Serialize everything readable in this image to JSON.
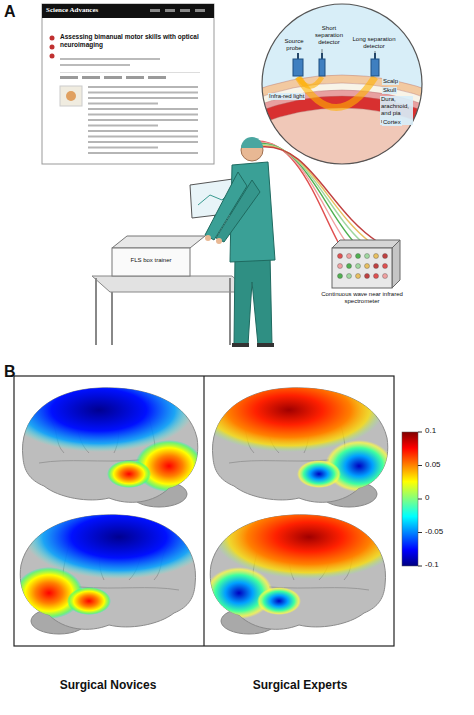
{
  "diagram": {
    "labels": [
      "A",
      "Science Advances",
      "Assessing bimanual motor skills with optical neuroimaging",
      "Source probe",
      "Long separation detector",
      "Short separation detector",
      "Infra-red light",
      "Scalp",
      "Skull",
      "Dura, arachnoid, and pia matter",
      "Cortex",
      "FLS box trainer",
      "Continuous wave near infrared spectrometer",
      "B",
      "0.1",
      "0.05",
      "0",
      "-0.05",
      "-0.1",
      "Surgical Novices",
      "Surgical Experts"
    ]
  }
}
